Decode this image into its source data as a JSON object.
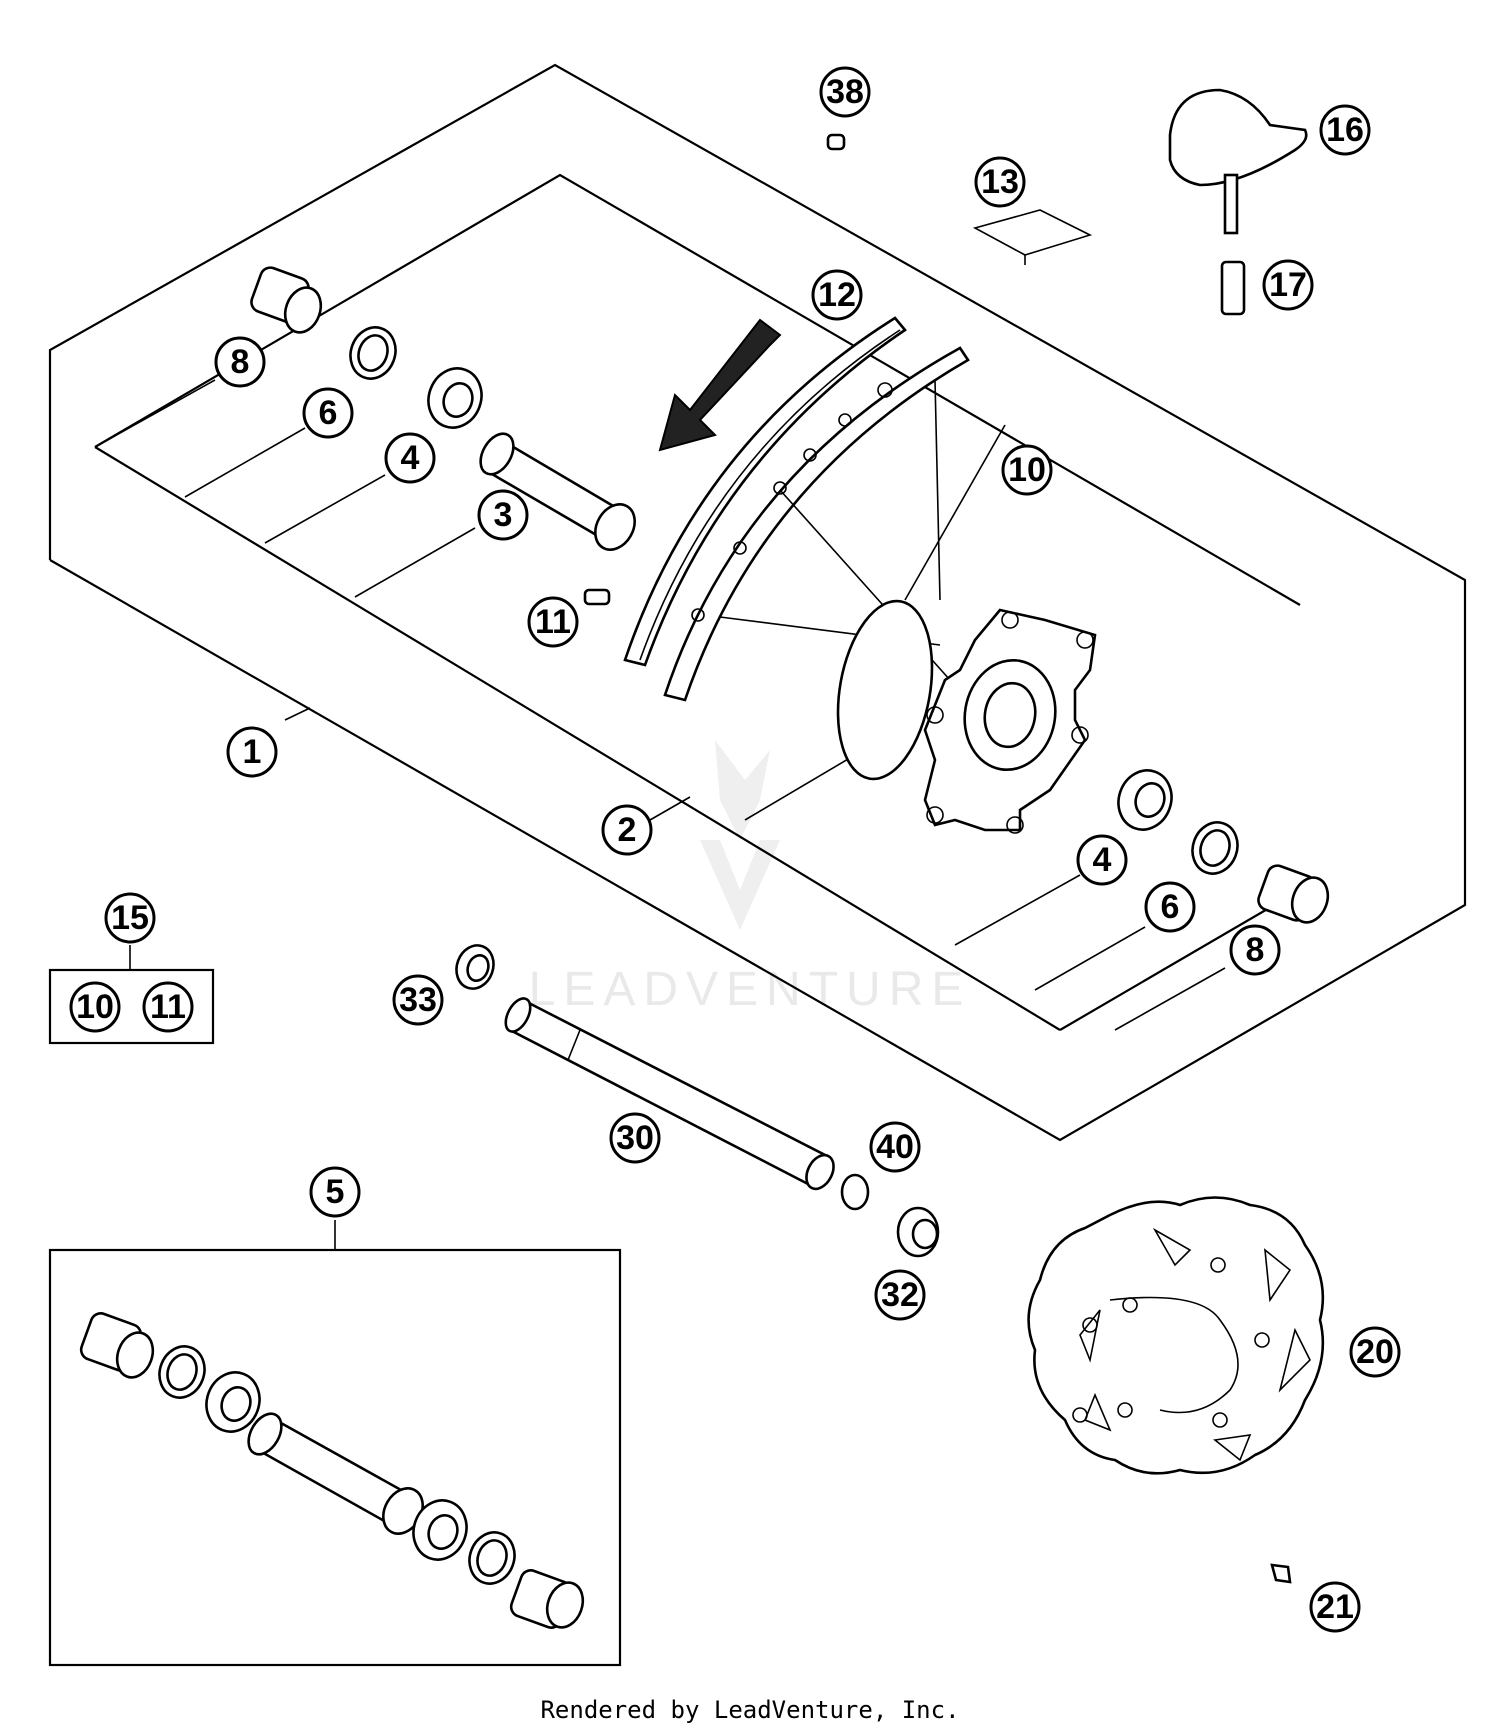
{
  "callouts": {
    "c1": "1",
    "c2": "2",
    "c3": "3",
    "c4a": "4",
    "c4b": "4",
    "c5": "5",
    "c6a": "6",
    "c6b": "6",
    "c8a": "8",
    "c8b": "8",
    "c10": "10",
    "c11": "11",
    "c12": "12",
    "c13": "13",
    "c15": "15",
    "c15_10": "10",
    "c15_11": "11",
    "c16": "16",
    "c17": "17",
    "c20": "20",
    "c21": "21",
    "c30": "30",
    "c32": "32",
    "c33": "33",
    "c38": "38",
    "c40": "40"
  },
  "watermark": "LEADVENTURE",
  "footer": "Rendered by LeadVenture, Inc."
}
